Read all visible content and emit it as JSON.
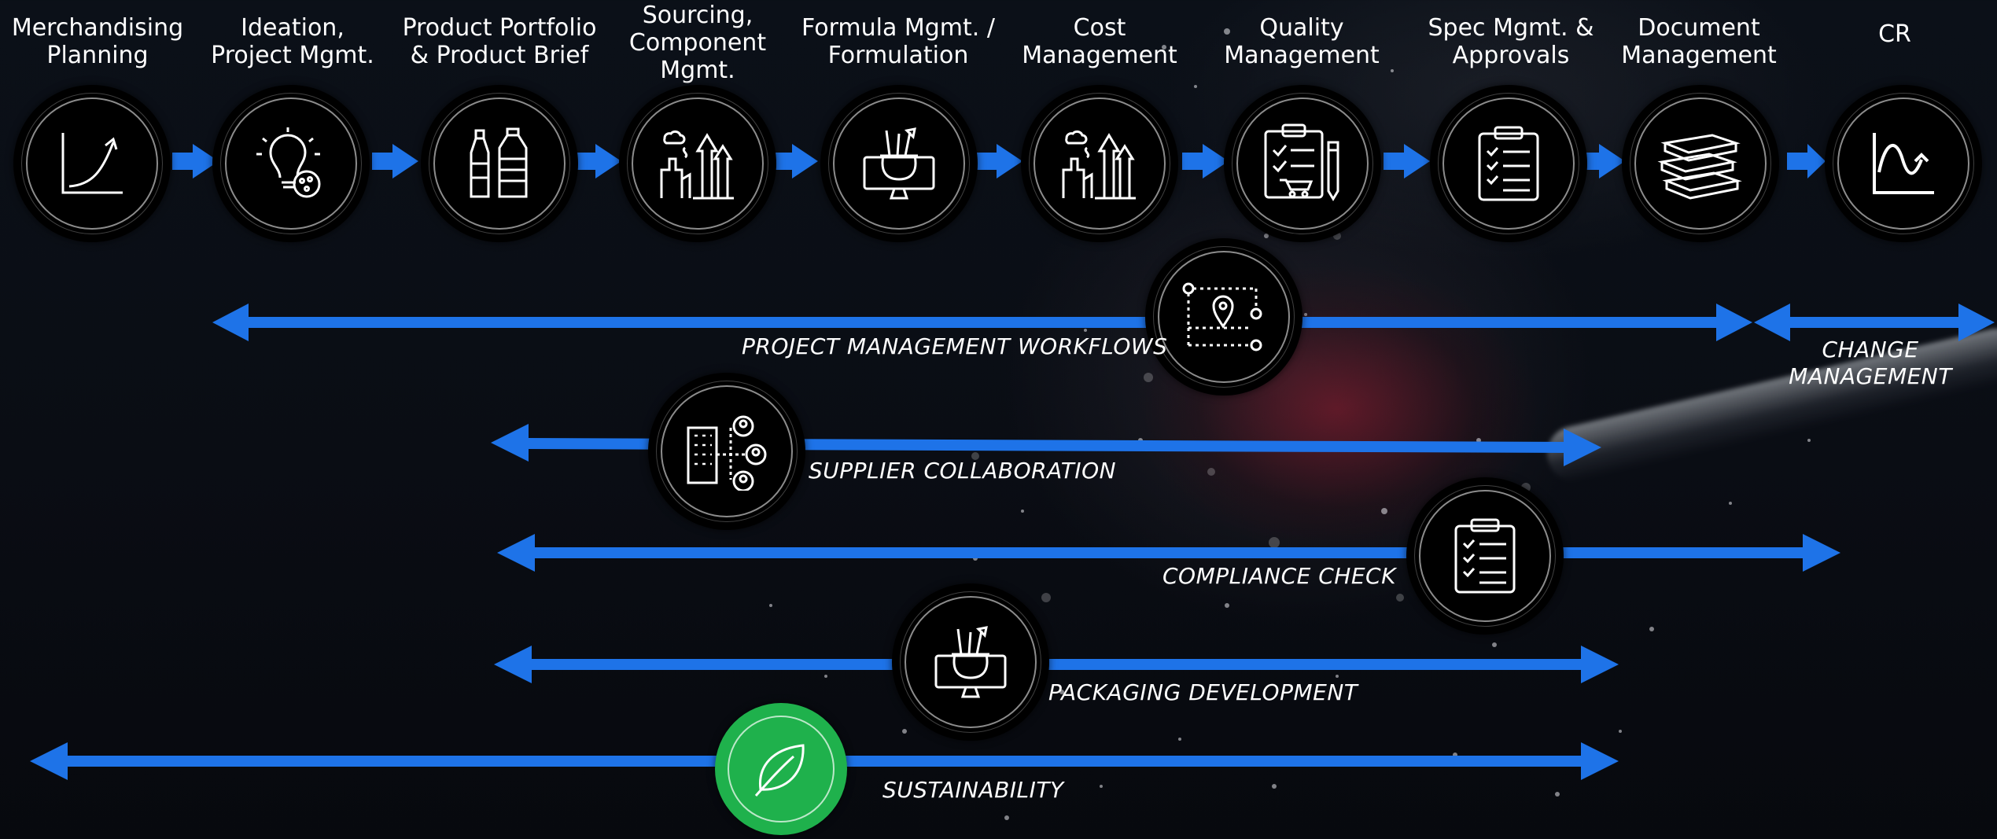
{
  "accent_color": "#1e73e8",
  "green_color": "#1fb14c",
  "steps": [
    {
      "label": "Merchandising\nPlanning",
      "icon": "growth-chart-icon"
    },
    {
      "label": "Ideation,\nProject Mgmt.",
      "icon": "lightbulb-icon"
    },
    {
      "label": "Product Portfolio\n& Product Brief",
      "icon": "bottles-icon"
    },
    {
      "label": "Sourcing,\nComponent\nMgmt.",
      "icon": "factory-icon"
    },
    {
      "label": "Formula Mgmt. /\nFormulation",
      "icon": "formulation-monitor-icon"
    },
    {
      "label": "Cost\nManagement",
      "icon": "factory-icon"
    },
    {
      "label": "Quality\nManagement",
      "icon": "quality-clipboard-icon"
    },
    {
      "label": "Spec Mgmt. &\nApprovals",
      "icon": "checklist-icon"
    },
    {
      "label": "Document\nManagement",
      "icon": "books-icon"
    },
    {
      "label": "CR",
      "icon": "wave-chart-icon"
    }
  ],
  "tracks": [
    {
      "label": "PROJECT MANAGEMENT WORKFLOWS",
      "icon": "route-map-icon"
    },
    {
      "label": "CHANGE\nMANAGEMENT",
      "icon": ""
    },
    {
      "label": "SUPPLIER COLLABORATION",
      "icon": "building-network-icon"
    },
    {
      "label": "COMPLIANCE CHECK",
      "icon": "checklist-icon"
    },
    {
      "label": "PACKAGING DEVELOPMENT",
      "icon": "formulation-monitor-icon"
    },
    {
      "label": "SUSTAINABILITY",
      "icon": "leaf-icon"
    }
  ]
}
